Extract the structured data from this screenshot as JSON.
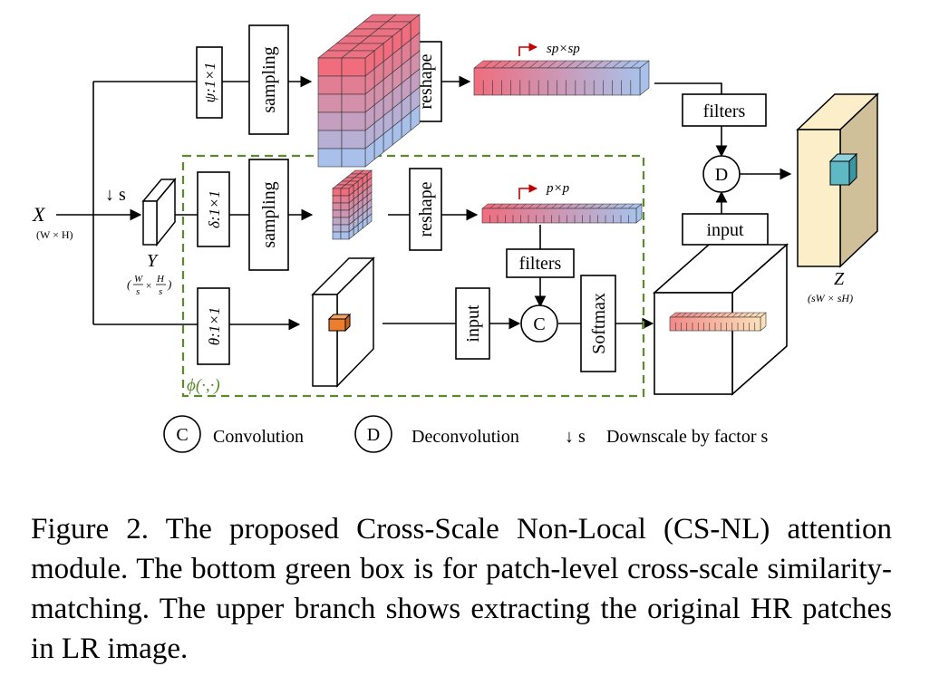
{
  "diagram": {
    "input_label": "X",
    "input_dims": "(W × H)",
    "downscale_arrow": "↓ s",
    "y_label": "Y",
    "y_dims_text": "(W/s × H/s)",
    "y_num_w": "W",
    "y_den_w": "s",
    "y_num_h": "H",
    "y_den_h": "s",
    "y_times": "×",
    "y_open": "(",
    "y_close": ")",
    "psi_conv": "ψ:1×1",
    "delta_conv": "δ:1×1",
    "theta_conv": "θ:1×1",
    "sampling_top": "sampling",
    "sampling_mid": "sampling",
    "reshape_top": "reshape",
    "reshape_mid": "reshape",
    "top_patch_size": "sp×sp",
    "mid_patch_size": "p×p",
    "filters_top": "filters",
    "filters_mid": "filters",
    "input_mid": "input",
    "input_right": "input",
    "softmax": "Softmax",
    "conv_symbol": "C",
    "deconv_symbol": "D",
    "phi_label": "ϕ(·,·)",
    "output_label": "Z",
    "output_dims": "(sW × sH)"
  },
  "legend": {
    "conv_symbol": "C",
    "conv_label": "Convolution",
    "deconv_symbol": "D",
    "deconv_label": "Deconvolution",
    "down_symbol": "↓ s",
    "down_label": "Downscale by factor s"
  },
  "caption": "Figure 2. The proposed Cross-Scale Non-Local (CS-NL) attention module. The bottom green box is for patch-level cross-scale similarity-matching. The upper branch shows extracting the original HR patches in LR image.",
  "colors": {
    "gradient_start": "#f06d7e",
    "gradient_end": "#a9c1ea",
    "green_box": "#5a8a2e",
    "output_face": "#fbeec9",
    "output_side": "#cfc09a",
    "query_cube": "#ec7d2e",
    "output_cube": "#5fb9c4",
    "red_arrow": "#c00000"
  }
}
